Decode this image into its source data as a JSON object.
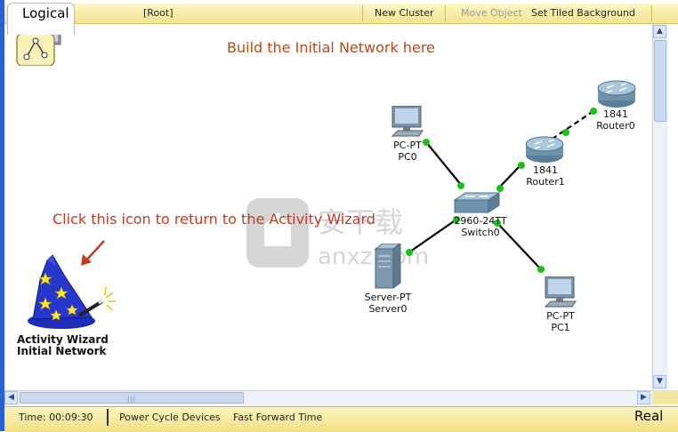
{
  "toolbar": {
    "active_tab": "Logical",
    "root_label": "[Root]",
    "new_cluster": "New Cluster",
    "move_object": "Move Object",
    "set_background": "Set Tiled Background"
  },
  "canvas": {
    "banner": "Build the Initial Network here",
    "wizard_hint": "Click this icon to return to the Activity Wizard",
    "wizard_label_line1": "Activity Wizard",
    "wizard_label_line2": "Initial Network"
  },
  "devices": [
    {
      "model": "1841",
      "name": "Router0"
    },
    {
      "model": "1841",
      "name": "Router1"
    },
    {
      "model": "PC-PT",
      "name": "PC0"
    },
    {
      "model": "2960-24TT",
      "name": "Switch0"
    },
    {
      "model": "Server-PT",
      "name": "Server0"
    },
    {
      "model": "PC-PT",
      "name": "PC1"
    }
  ],
  "statusbar": {
    "time": "Time: 00:09:30",
    "power_cycle": "Power Cycle Devices",
    "fast_forward": "Fast Forward Time",
    "mode": "Real"
  },
  "watermark": {
    "line1": "安下载",
    "line2": "anxz.com"
  },
  "colors": {
    "link_light": "#16c416",
    "hint_text": "#c23b22",
    "banner_text": "#b54a1c",
    "frame_blue": "#2a5fd6"
  }
}
